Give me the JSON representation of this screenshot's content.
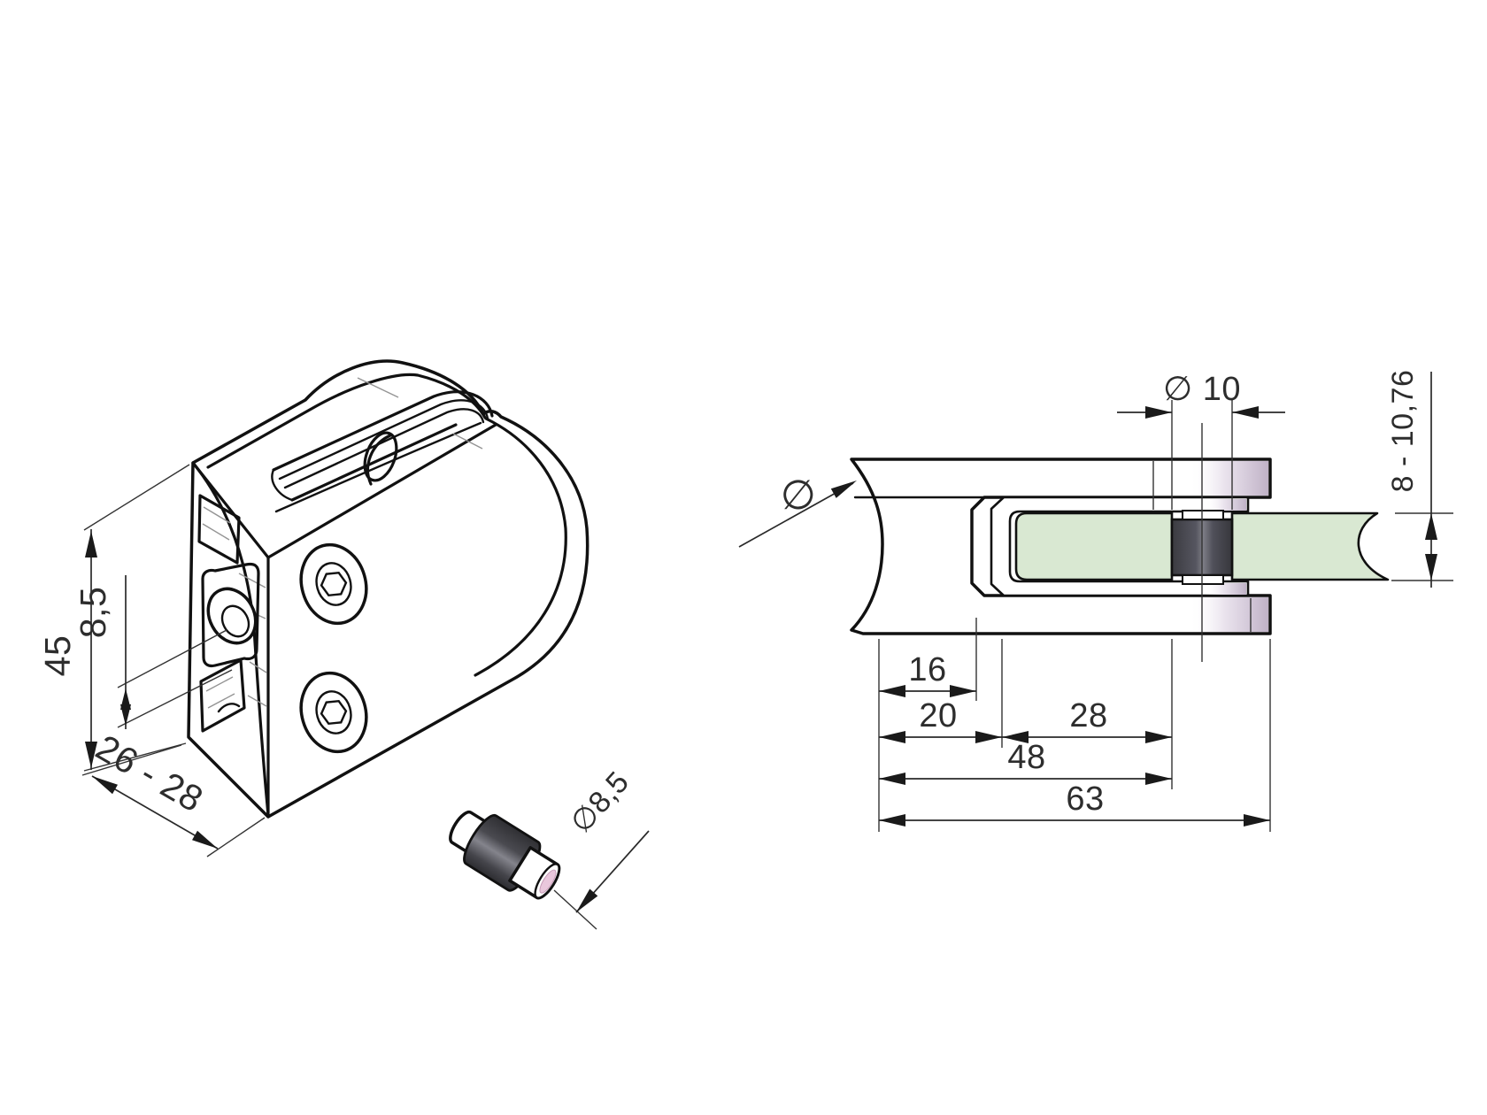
{
  "dimensions": {
    "iso_height": "45",
    "iso_pin_offset": "8,5",
    "iso_depth_range": "26 - 28",
    "pin_detail_diameter": "∅8,5",
    "section_hole_diameter": "∅ 10",
    "section_glass_thickness_range": "8 - 10,76",
    "section_slot_depth": "16",
    "section_glass_start": "20",
    "section_glass_to_pin": "28",
    "section_pin_position": "48",
    "section_total_width": "63",
    "section_tube_diameter_symbol": "∅"
  },
  "colors": {
    "line": "#1a1a1a",
    "glass_green": "#d9e8d2",
    "rubber_dark": "#4a4a50",
    "chrome_lavender": "#c2b5c9",
    "gasket_pink": "#e9c7dc"
  }
}
